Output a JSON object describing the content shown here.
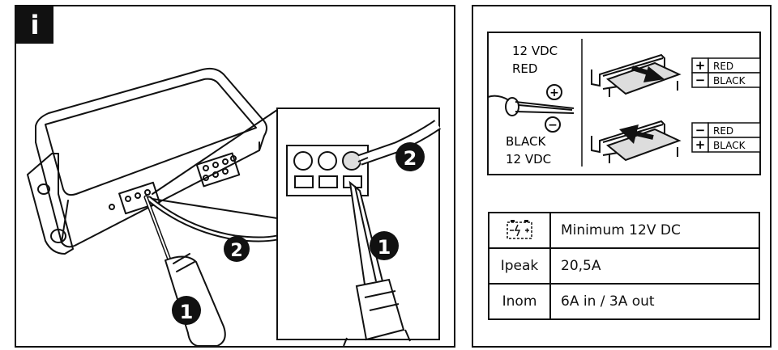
{
  "badge": "i",
  "callouts": {
    "screwdriver": "1",
    "wire": "2"
  },
  "wiring": {
    "top_voltage": "12 VDC",
    "top_color": "RED",
    "bottom_color": "BLACK",
    "bottom_voltage": "12 VDC",
    "plus_symbol": "+",
    "minus_symbol": "−",
    "connection_a": [
      {
        "sign": "+",
        "label": "RED"
      },
      {
        "sign": "−",
        "label": "BLACK"
      }
    ],
    "connection_b": [
      {
        "sign": "−",
        "label": "RED"
      },
      {
        "sign": "+",
        "label": "BLACK"
      }
    ]
  },
  "specs": [
    {
      "key": "",
      "icon": "battery-icon",
      "value": "Minimum 12V DC"
    },
    {
      "key": "Ipeak",
      "value": "20,5A"
    },
    {
      "key": "Inom",
      "value": "6A in / 3A out"
    }
  ]
}
